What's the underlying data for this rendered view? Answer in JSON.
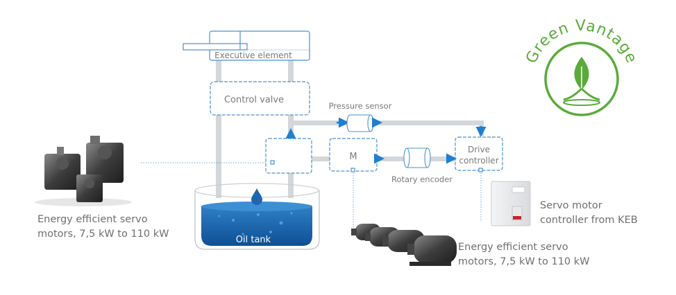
{
  "diagram": {
    "executive_element": "Executive element",
    "control_valve": "Control valve",
    "pressure_sensor": "Pressure sensor",
    "motor": "M",
    "drive_controller_line1": "Drive",
    "drive_controller_line2": "controller",
    "rotary_encoder": "Rotary encoder",
    "oil_tank": "Oil tank"
  },
  "captions": {
    "pumps_left": "Energy efficient servo\nmotors, 7,5 kW to 110 kW",
    "motors_bottom": "Energy efficient servo\nmotors, 7,5 kW to 110 kW",
    "keb_controller": "Servo motor\ncontroller from KEB"
  },
  "logo": {
    "text": "Green Vantage",
    "color": "#5aab3a"
  },
  "colors": {
    "box_stroke": "#4a90d0",
    "pipe": "#d3d6da",
    "arrow": "#1f7fd1",
    "oil": "#1f66ae"
  },
  "icons": [
    "pump-image",
    "servo-motor-image",
    "controller-cabinet-image",
    "water-drop-icon",
    "leaf-icon"
  ]
}
